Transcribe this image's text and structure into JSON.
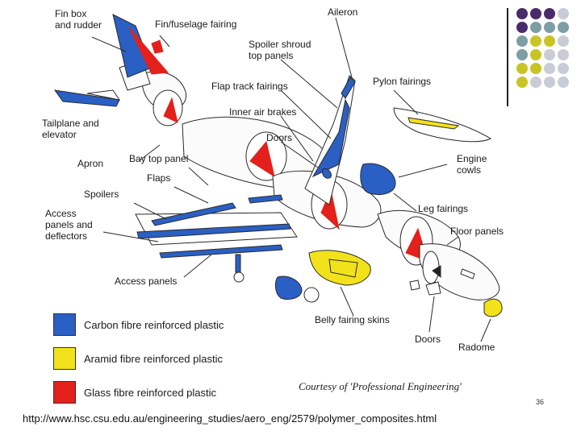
{
  "labels": {
    "fin_box": "Fin box\nand rudder",
    "fin_fairing": "Fin/fuselage fairing",
    "aileron": "Aileron",
    "spoiler_shroud": "Spoiler shroud\ntop panels",
    "pylon_fairings": "Pylon fairings",
    "flap_track": "Flap track fairings",
    "inner_air_brakes": "Inner air brakes",
    "tailplane": "Tailplane and\nelevator",
    "doors_top": "Doors",
    "engine_cowls": "Engine\ncowls",
    "apron": "Apron",
    "bay_top_panel": "Bay top panel",
    "flaps": "Flaps",
    "spoilers": "Spoilers",
    "leg_fairings": "Leg fairings",
    "access_panels_deflectors": "Access\npanels and\ndeflectors",
    "floor_panels": "Floor panels",
    "access_panels": "Access panels",
    "belly_fairing": "Belly fairing skins",
    "doors_bottom": "Doors",
    "radome": "Radome"
  },
  "legend": [
    {
      "label": "Carbon fibre reinforced plastic",
      "color": "#2a5fc4"
    },
    {
      "label": "Aramid fibre reinforced plastic",
      "color": "#f2e21a"
    },
    {
      "label": "Glass fibre reinforced plastic",
      "color": "#e3201b"
    }
  ],
  "courtesy": "Courtesy of 'Professional Engineering'",
  "slide_number": "36",
  "footer_url": "http://www.hsc.csu.edu.au/engineering_studies/aero_eng/2579/polymer_composites.html",
  "palette": {
    "purple": "#4b2a6b",
    "teal": "#7d9ea3",
    "olive": "#c8c426",
    "grey": "#c9cbd6"
  },
  "dot_grid": [
    [
      "purple",
      "purple",
      "purple",
      "grey"
    ],
    [
      "purple",
      "teal",
      "teal",
      "teal"
    ],
    [
      "teal",
      "olive",
      "olive",
      "grey"
    ],
    [
      "teal",
      "olive",
      "grey",
      "grey"
    ],
    [
      "olive",
      "olive",
      "grey",
      "grey"
    ],
    [
      "olive",
      "grey",
      "grey",
      "grey"
    ]
  ]
}
